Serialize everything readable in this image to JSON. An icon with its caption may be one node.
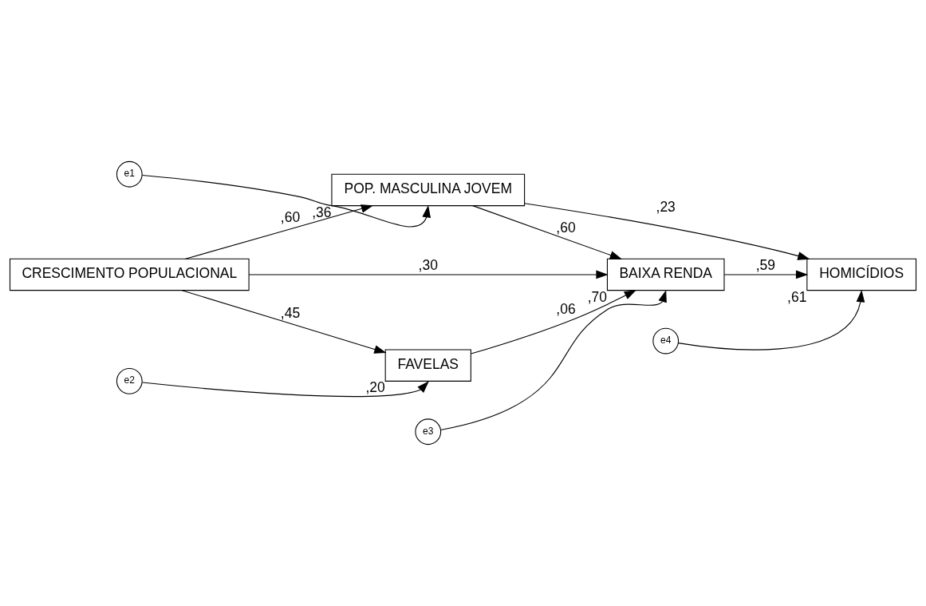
{
  "diagram": {
    "nodes": [
      {
        "text": [
          "CRESCIMENTO POPULACIONAL"
        ]
      },
      {
        "text": [
          "POP. MASCULINA JOVEM"
        ],
        "beside": [
          ",36"
        ]
      },
      {
        "text": [
          "HOMICÍDIOS"
        ],
        "beside": [
          ",61"
        ]
      },
      {
        "text": [
          "BAIXA RENDA"
        ],
        "beside": [
          ",70"
        ]
      },
      {
        "text": [
          "FAVELAS"
        ],
        "beside": [
          ",20"
        ]
      },
      {
        "text": [
          "e1"
        ]
      },
      {
        "text": [
          "e2"
        ]
      },
      {
        "text": [
          "e3"
        ]
      },
      {
        "text": [
          "e4"
        ]
      }
    ],
    "edges": [
      {
        "from": 0,
        "to": 1,
        "arrow": "to",
        "label": ",60"
      },
      {
        "from": 1,
        "to": 2,
        "arrow": "to",
        "label": ",23"
      },
      {
        "from": 1,
        "to": 3,
        "arrow": "to",
        "label": ",60"
      },
      {
        "from": 0,
        "to": 3,
        "arrow": "to",
        "label": ",30"
      },
      {
        "from": 3,
        "to": 2,
        "arrow": "to",
        "label": ",59"
      },
      {
        "from": 0,
        "to": 4,
        "arrow": "to",
        "label": ",45"
      },
      {
        "from": 4,
        "to": 3,
        "arrow": "to",
        "label": ",06"
      },
      {
        "from": 5,
        "to": 1,
        "arrow": "to"
      },
      {
        "from": 6,
        "to": 4,
        "arrow": "to"
      },
      {
        "from": 7,
        "to": 3,
        "arrow": "to"
      },
      {
        "from": 8,
        "to": 2,
        "arrow": "to"
      }
    ]
  }
}
